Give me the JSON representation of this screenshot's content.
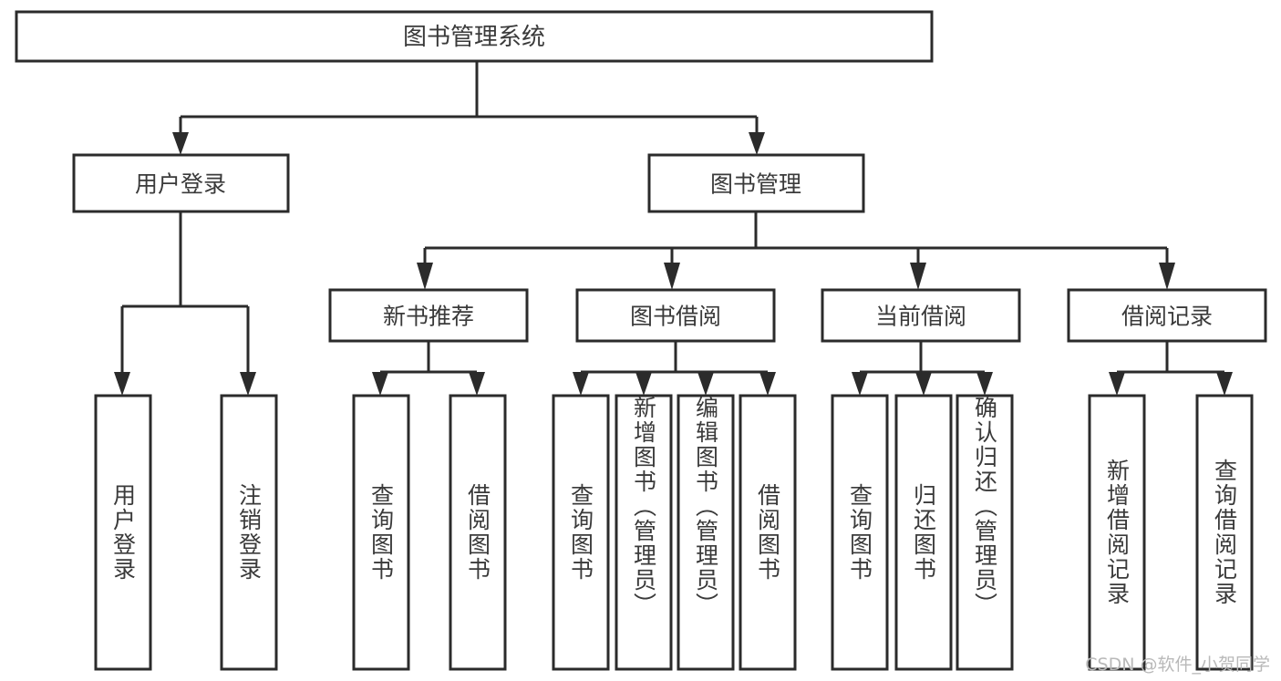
{
  "diagram": {
    "title": "图书管理系统",
    "type": "tree",
    "orientation": "top-down",
    "colors": {
      "box_fill": "#ffffff",
      "box_stroke": "#2b2b2b",
      "text": "#3a3a3a",
      "background": "#ffffff",
      "watermark": "#b9b9b9"
    },
    "watermark": "CSDN @软件_小贺同学",
    "nodes": {
      "root": {
        "label": "图书管理系统"
      },
      "level2": [
        {
          "id": "user-login",
          "label": "用户登录"
        },
        {
          "id": "book-manage",
          "label": "图书管理"
        }
      ],
      "level3": [
        {
          "id": "new-book-recommend",
          "label": "新书推荐"
        },
        {
          "id": "book-borrow",
          "label": "图书借阅"
        },
        {
          "id": "current-borrow",
          "label": "当前借阅"
        },
        {
          "id": "borrow-record",
          "label": "借阅记录"
        }
      ],
      "leaves": {
        "user-login": [
          {
            "id": "leaf-user-login",
            "label": "用户登录"
          },
          {
            "id": "leaf-user-logout",
            "label": "注销登录"
          }
        ],
        "new-book-recommend": [
          {
            "id": "leaf-query-book-1",
            "label": "查询图书"
          },
          {
            "id": "leaf-borrow-book-1",
            "label": "借阅图书"
          }
        ],
        "book-borrow": [
          {
            "id": "leaf-query-book-2",
            "label": "查询图书"
          },
          {
            "id": "leaf-add-book",
            "label": "新增图书（管理员）"
          },
          {
            "id": "leaf-edit-book",
            "label": "编辑图书（管理员）"
          },
          {
            "id": "leaf-borrow-book-2",
            "label": "借阅图书"
          }
        ],
        "current-borrow": [
          {
            "id": "leaf-query-book-3",
            "label": "查询图书"
          },
          {
            "id": "leaf-return-book",
            "label": "归还图书"
          },
          {
            "id": "leaf-confirm-return",
            "label": "确认归还（管理员）"
          }
        ],
        "borrow-record": [
          {
            "id": "leaf-add-record",
            "label": "新增借阅记录"
          },
          {
            "id": "leaf-query-record",
            "label": "查询借阅记录"
          }
        ]
      }
    },
    "edges": [
      {
        "from": "图书管理系统",
        "to": "用户登录"
      },
      {
        "from": "图书管理系统",
        "to": "图书管理"
      },
      {
        "from": "用户登录",
        "to": "用户登录"
      },
      {
        "from": "用户登录",
        "to": "注销登录"
      },
      {
        "from": "图书管理",
        "to": "新书推荐"
      },
      {
        "from": "图书管理",
        "to": "图书借阅"
      },
      {
        "from": "图书管理",
        "to": "当前借阅"
      },
      {
        "from": "图书管理",
        "to": "借阅记录"
      },
      {
        "from": "新书推荐",
        "to": "查询图书"
      },
      {
        "from": "新书推荐",
        "to": "借阅图书"
      },
      {
        "from": "图书借阅",
        "to": "查询图书"
      },
      {
        "from": "图书借阅",
        "to": "新增图书（管理员）"
      },
      {
        "from": "图书借阅",
        "to": "编辑图书（管理员）"
      },
      {
        "from": "图书借阅",
        "to": "借阅图书"
      },
      {
        "from": "当前借阅",
        "to": "查询图书"
      },
      {
        "from": "当前借阅",
        "to": "归还图书"
      },
      {
        "from": "当前借阅",
        "to": "确认归还（管理员）"
      },
      {
        "from": "借阅记录",
        "to": "新增借阅记录"
      },
      {
        "from": "借阅记录",
        "to": "查询借阅记录"
      }
    ]
  }
}
